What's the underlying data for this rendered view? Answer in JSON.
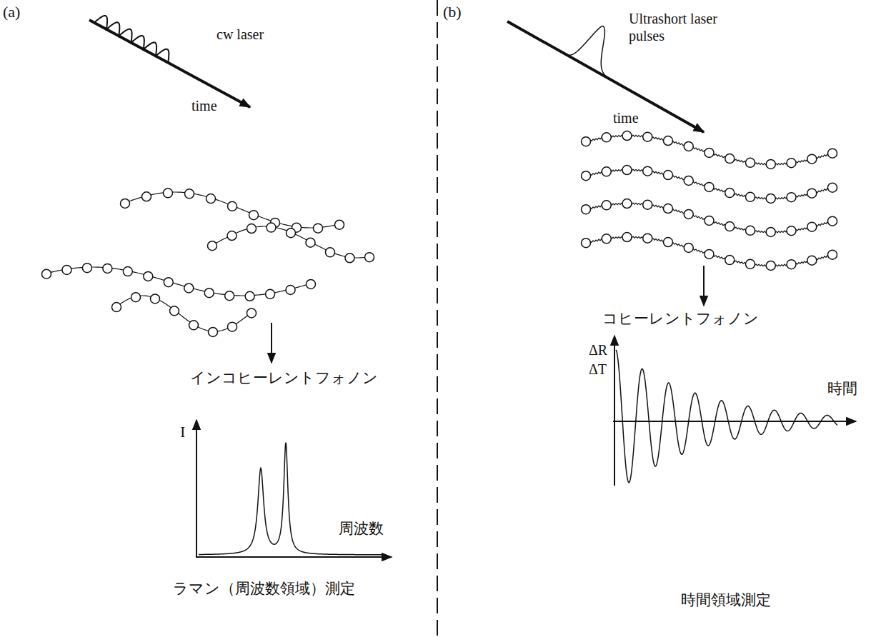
{
  "diagram": {
    "labels": [
      "(a)",
      "cw laser",
      "time",
      "インコヒーレントフォノン",
      "I",
      "周波数",
      "ラマン（周波数領域）測定",
      "(b)",
      "Ultrashort laser pulses",
      "time",
      "コヒーレントフォノン",
      "ΔR",
      "ΔT",
      "時間",
      "時間領域測定"
    ]
  }
}
